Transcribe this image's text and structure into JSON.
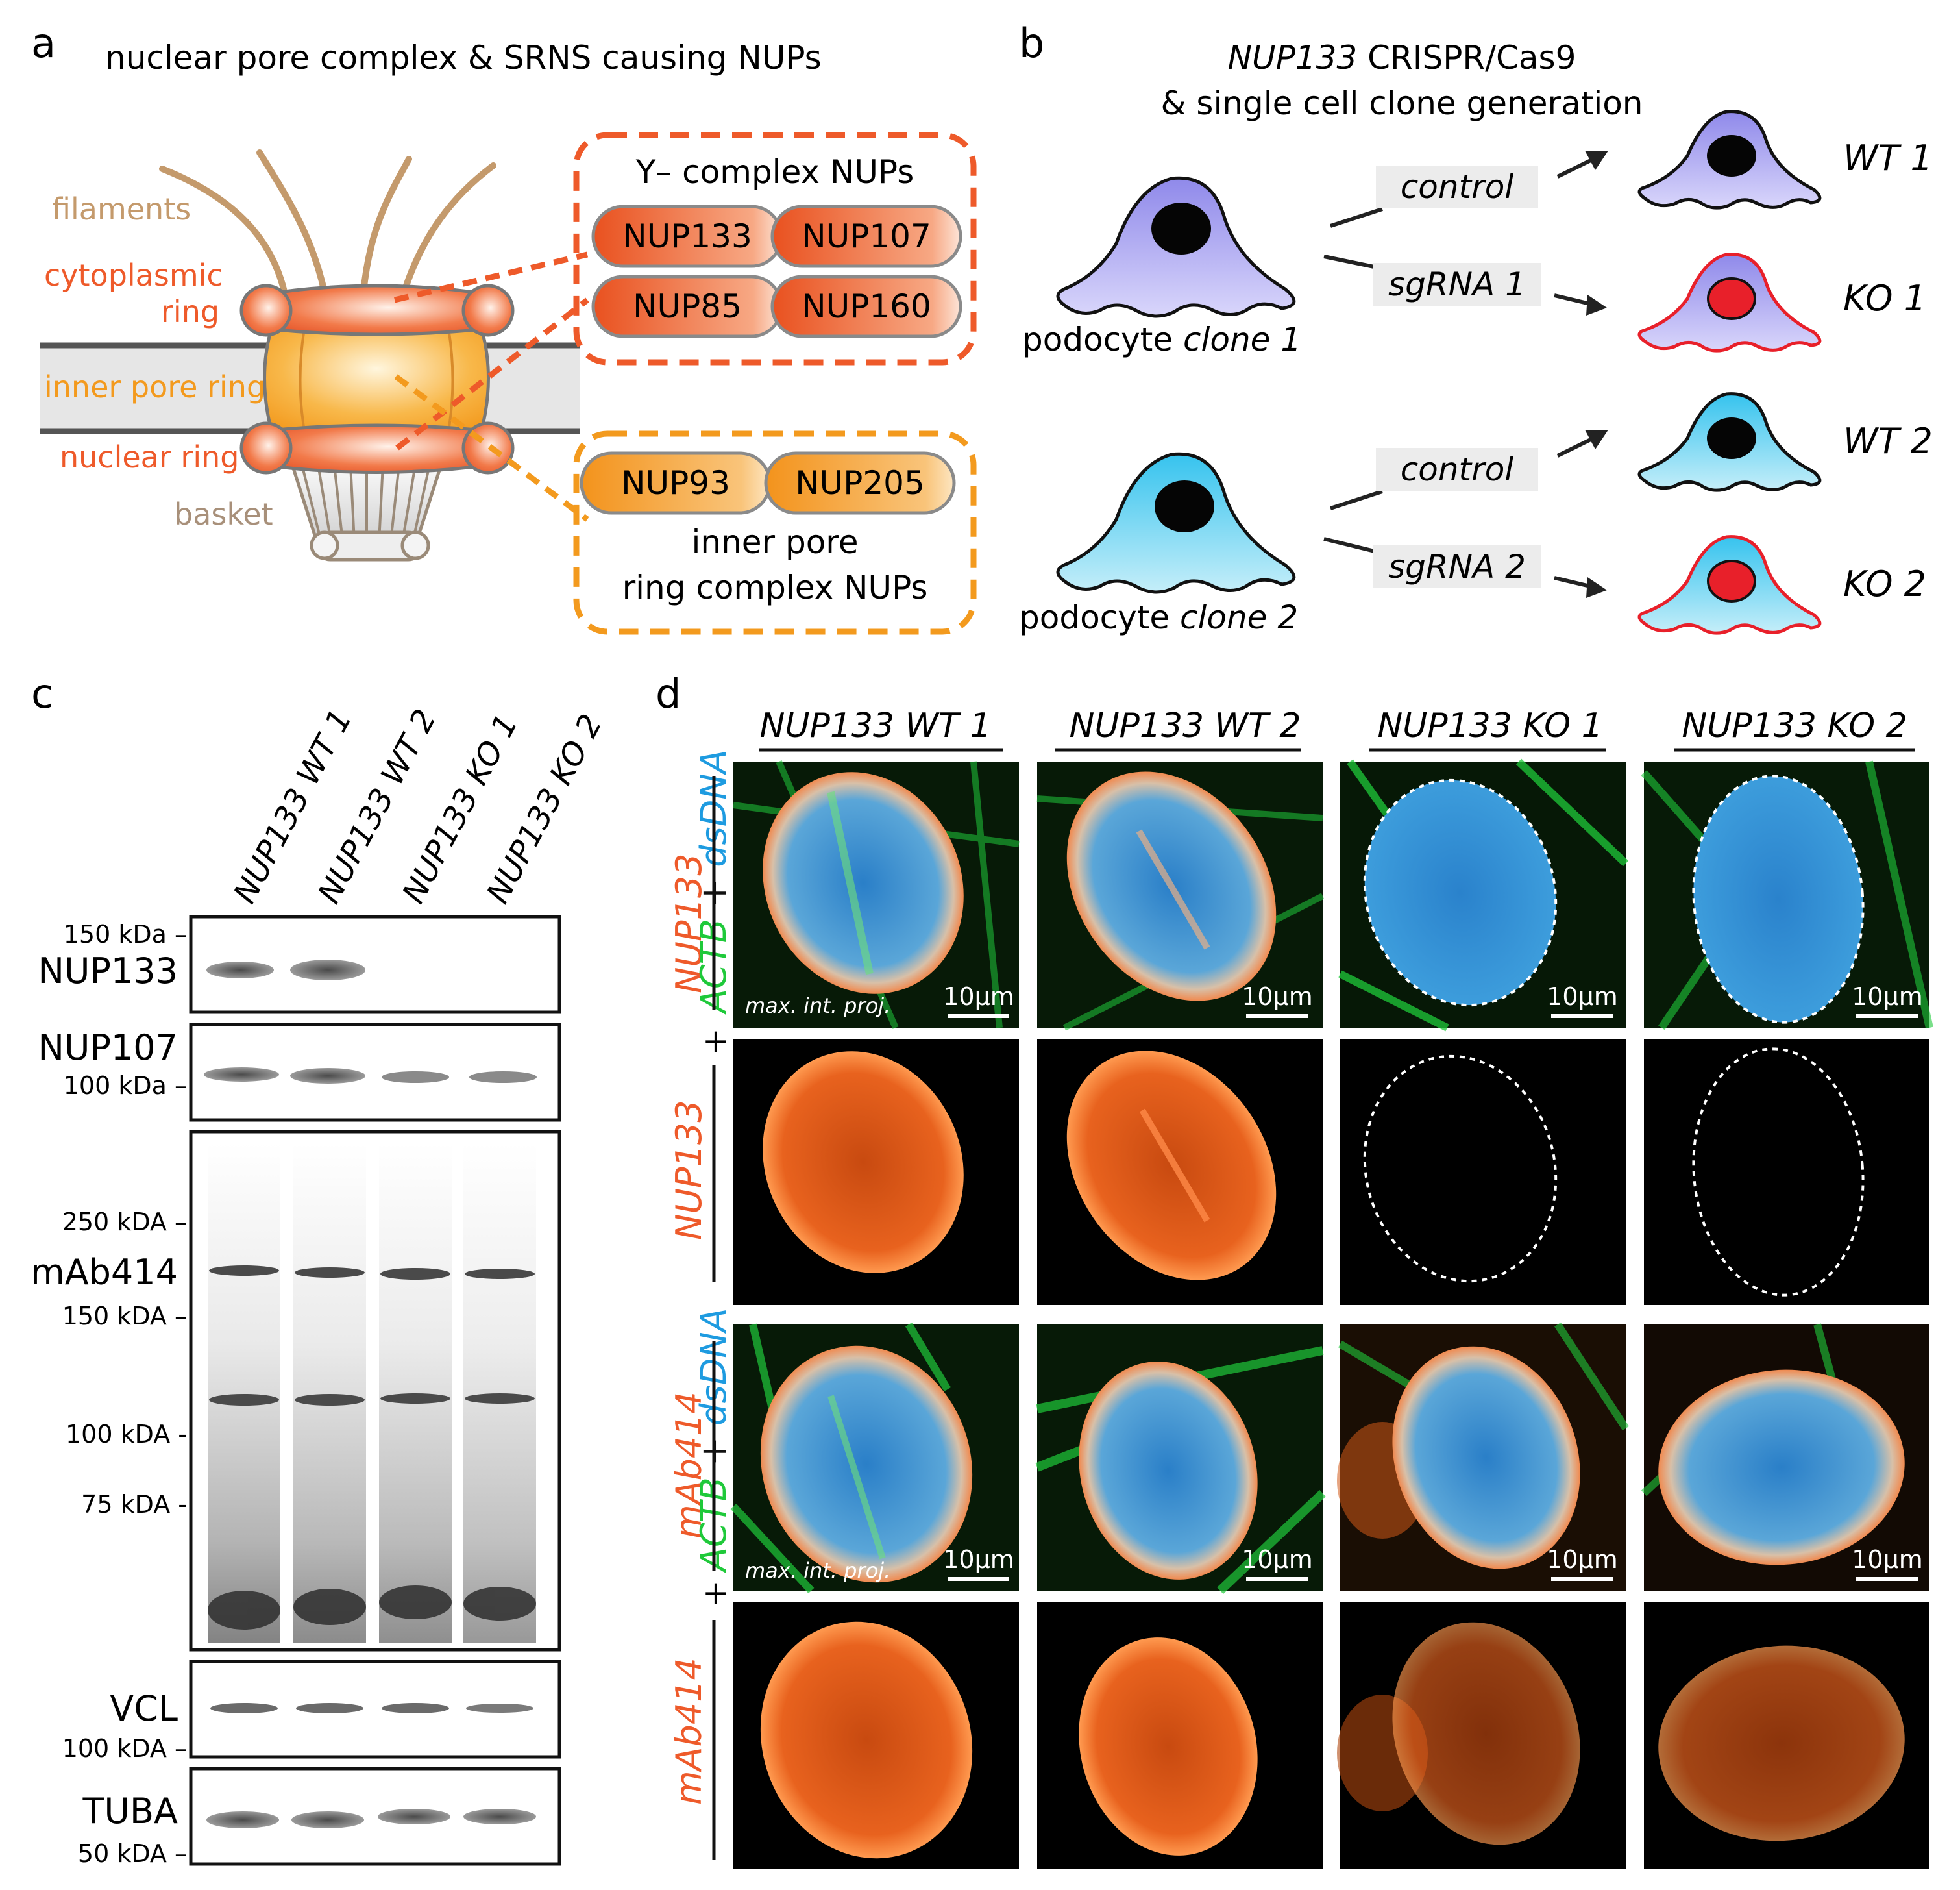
{
  "colors": {
    "orange_red": "#ee5a2a",
    "orange": "#f39a1e",
    "tan": "#c49a6c",
    "purple_cell": "#a9a4f0",
    "cyan_cell": "#5bd0f0",
    "ko_outline": "#e8202a",
    "nucleus_red": "#e8202a",
    "green": "#1fc93a",
    "blue": "#1e9be0"
  },
  "panel_a": {
    "letter": "a",
    "title": "nuclear pore complex & SRNS causing NUPs",
    "labels": {
      "filaments": "filaments",
      "cyto_1": "cytoplasmic",
      "cyto_2": "ring",
      "inner": "inner pore ring",
      "nuclear": "nuclear ring",
      "basket": "basket"
    },
    "y_box": {
      "title": "Y– complex NUPs",
      "pills": [
        "NUP133",
        "NUP107",
        "NUP85",
        "NUP160"
      ]
    },
    "inner_box": {
      "pills": [
        "NUP93",
        "NUP205"
      ],
      "caption_1": "inner pore",
      "caption_2": "ring complex NUPs"
    }
  },
  "panel_b": {
    "letter": "b",
    "title_gene": "NUP133",
    "title_rest": " CRISPR/Cas9",
    "title_2": "& single cell clone generation",
    "clones": [
      {
        "prefix": "podocyte ",
        "name": "clone 1"
      },
      {
        "prefix": "podocyte ",
        "name": "clone 2"
      }
    ],
    "branches": [
      "control",
      "sgRNA 1",
      "control",
      "sgRNA 2"
    ],
    "results": [
      "WT 1",
      "KO 1",
      "WT 2",
      "KO 2"
    ]
  },
  "panel_c": {
    "letter": "c",
    "lanes": [
      "NUP133 WT 1",
      "NUP133 WT 2",
      "NUP133 KO 1",
      "NUP133 KO 2"
    ],
    "blots": [
      {
        "name": "NUP133",
        "markers": [
          "150 kDa –"
        ]
      },
      {
        "name": "NUP107",
        "markers": [
          "100 kDa –"
        ]
      },
      {
        "name": "mAb414",
        "markers": [
          "250 kDA –",
          "150 kDA –",
          "100 kDA -",
          "75 kDA -"
        ]
      },
      {
        "name": "VCL",
        "markers": [
          "100 kDA –"
        ]
      },
      {
        "name": "TUBA",
        "markers": [
          "50 kDA –"
        ]
      }
    ]
  },
  "panel_d": {
    "letter": "d",
    "columns": [
      "NUP133 WT 1",
      "NUP133 WT 2",
      "NUP133 KO 1",
      "NUP133 KO 2"
    ],
    "row_labels": {
      "nup133": "NUP133",
      "mab414": "mAb414",
      "plus": "+",
      "actb": "ACTB",
      "dsdna": "dsDNA"
    },
    "scale_bar": "10µm",
    "projection": "max. int. proj."
  }
}
